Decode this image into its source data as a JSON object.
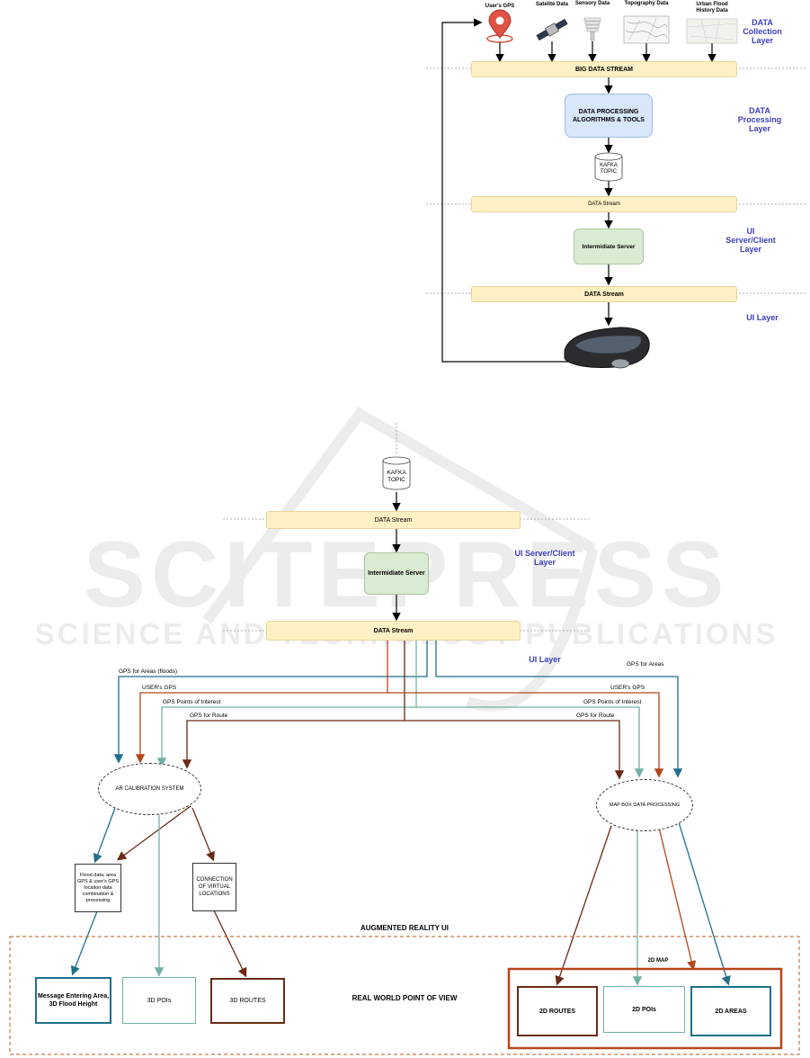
{
  "top_diagram": {
    "sources": [
      {
        "label": "User's GPS",
        "icon": "map-pin-icon"
      },
      {
        "label": "Satelite Data",
        "icon": "satellite-icon"
      },
      {
        "label": "Sensory Data",
        "icon": "weather-sensor-icon"
      },
      {
        "label": "Topography Data",
        "icon": "topography-map-icon"
      },
      {
        "label": "Urban Flood History Data",
        "icon": "flood-map-icon"
      }
    ],
    "layers": {
      "collection": "DATA Collection Layer",
      "processing": "DATA Processing Layer",
      "server_client": "UI Server/Client Layer",
      "ui": "UI Layer"
    },
    "big_data_stream": "BIG DATA STREAM",
    "processing_box": "DATA PROCESSING ALGORITHMS & TOOLS",
    "kafka": "KAFKA TOPIC",
    "data_stream_1": "DATA Stream",
    "server": "Intermidiate Server",
    "data_stream_2": "DATA Stream",
    "device_icon": "ar-headset-icon"
  },
  "bottom_diagram": {
    "kafka": "KAFKA TOPIC",
    "data_stream_1": "DATA Stream",
    "server": "Intermidiate Server",
    "server_client_layer": "UI Server/Client Layer",
    "data_stream_2": "DATA Stream",
    "ui_layer": "UI Layer",
    "left_labels": {
      "areas": "GPS for Areas (floods)",
      "user": "USER's GPS",
      "poi": "GPS Points of Interest",
      "route": "GPS  for Route"
    },
    "right_labels": {
      "areas": "GPS for Areas",
      "user": "USER's GPS",
      "poi": "GPS Points of Interest",
      "route": "GPS  for Route"
    },
    "ar_calibration": "AR CALIBRATION SYSTEM",
    "mapbox": "MAP BOX DATA PROCESSING",
    "flood_note": "Flood data, area GPS & user's GPS location data combination & processing",
    "connection_note": "CONNECTION OF VIRTUAL LOCATIONS",
    "ar_ui_title": "AUGMENTED REALITY UI",
    "real_world": "REAL WORLD POINT OF VIEW",
    "map_2d": "2D MAP",
    "outputs_left": [
      "Message Entering Area, 3D Flood Height",
      "3D POIs",
      "3D  ROUTES"
    ],
    "outputs_right": [
      "2D ROUTES",
      "2D POIs",
      "2D AREAS"
    ]
  },
  "watermark": {
    "main": "SCITEPRESS",
    "sub": "SCIENCE AND TECHNOLOGY PUBLICATIONS"
  },
  "colors": {
    "blue_line": "#1f6f8b",
    "orange_line": "#b5461c",
    "teal_line": "#6fb0a6",
    "brown_line": "#6b2a14",
    "layer_text": "#3d3dbb"
  }
}
